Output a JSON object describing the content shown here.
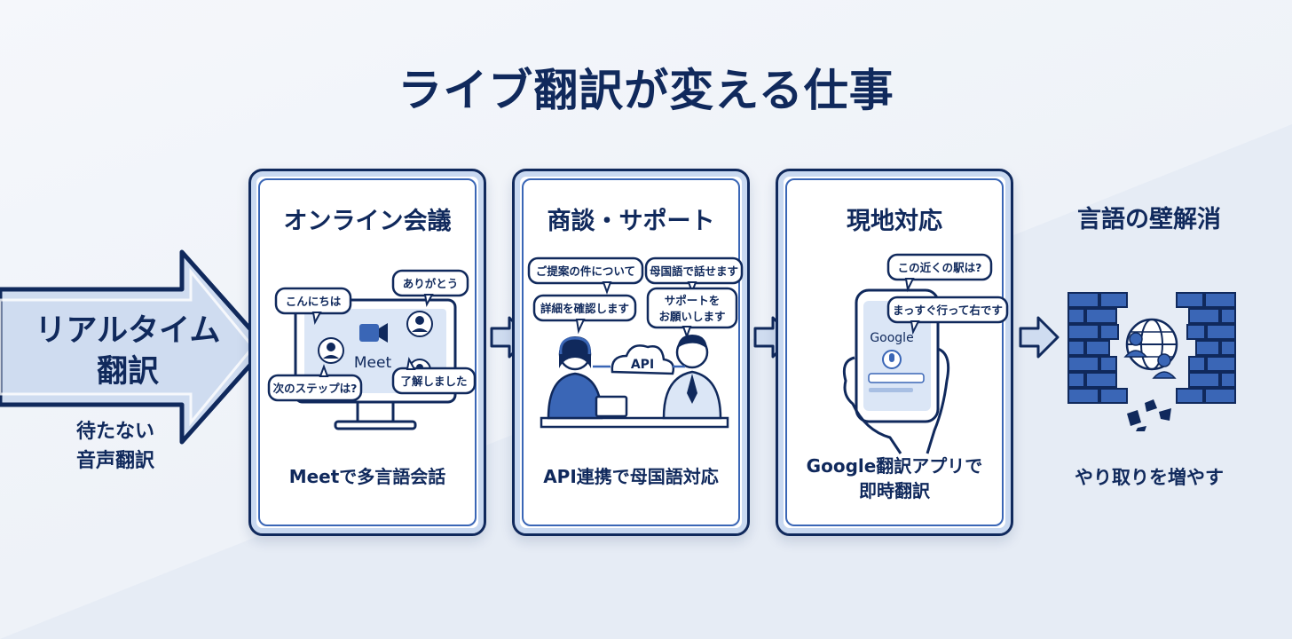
{
  "title": "ライブ翻訳が変える仕事",
  "intro": {
    "label_lines": [
      "リアルタイム",
      "翻訳"
    ],
    "sub_lines": [
      "待たない",
      "音声翻訳"
    ]
  },
  "cards": [
    {
      "title": "オンライン会議",
      "caption_lines": [
        "Meetで多言語会話"
      ],
      "bubbles": [
        "こんにちは",
        "ありがとう",
        "次のステップは?",
        "了解しました"
      ],
      "app_label": "Meet"
    },
    {
      "title": "商談・サポート",
      "caption_lines": [
        "API連携で母国語対応"
      ],
      "bubbles": [
        [
          "ご提案の件について"
        ],
        [
          "母国語で話せます"
        ],
        [
          "詳細を確認します"
        ],
        [
          "サポートを",
          "お願いします"
        ]
      ],
      "cloud_label": "API"
    },
    {
      "title": "現地対応",
      "caption_lines": [
        "Google翻訳アプリで",
        "即時翻訳"
      ],
      "bubbles": [
        "この近くの駅は?",
        "まっすぐ行って右です"
      ],
      "app_label": "Google"
    }
  ],
  "outcome": {
    "title": "言語の壁解消",
    "caption": "やり取りを増やす"
  },
  "colors": {
    "navy": "#10295c",
    "blue": "#3a66b6",
    "light_blue": "#c9d9f1"
  }
}
